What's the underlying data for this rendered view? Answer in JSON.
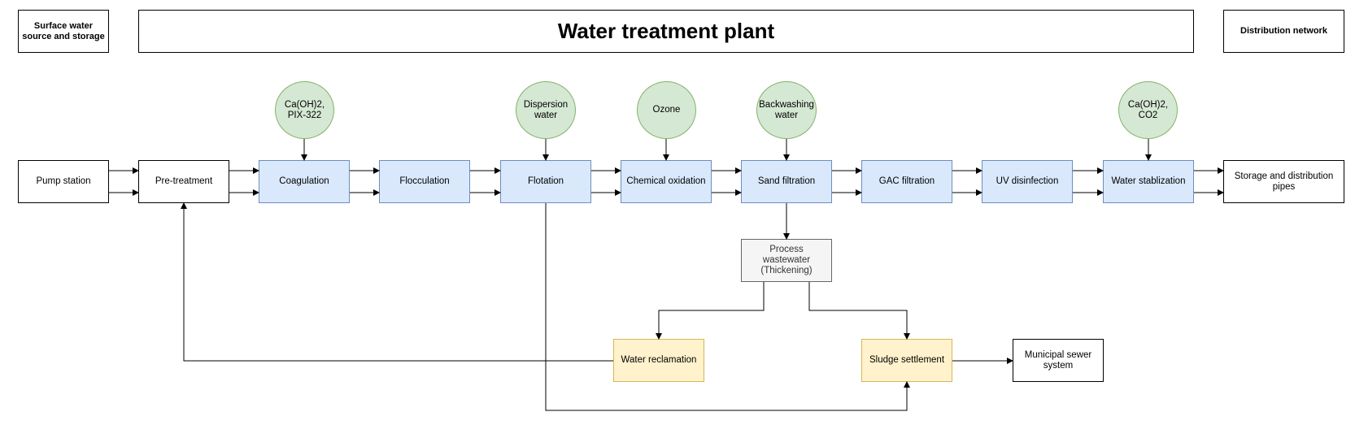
{
  "header": {
    "source_label": "Surface water source and storage",
    "plant_title": "Water treatment plant",
    "distribution_label": "Distribution network"
  },
  "main_line": {
    "pump_station": "Pump station",
    "pre_treatment": "Pre-treatment",
    "coagulation": "Coagulation",
    "flocculation": "Flocculation",
    "flotation": "Flotation",
    "chemical_oxidation": "Chemical oxidation",
    "sand_filtration": "Sand filtration",
    "gac_filtration": "GAC filtration",
    "uv_disinfection": "UV disinfection",
    "water_stabilization": "Water stablization",
    "storage_pipes": "Storage and distribution pipes"
  },
  "inputs": {
    "coagulant": "Ca(OH)2, PIX-322",
    "dispersion_water": "Dispersion water",
    "ozone": "Ozone",
    "backwashing_water": "Backwashing water",
    "stabilizer": "Ca(OH)2, CO2"
  },
  "waste_stream": {
    "process_wastewater": "Process wastewater (Thickening)",
    "water_reclamation": "Water reclamation",
    "sludge_settlement": "Sludge settlement",
    "municipal_sewer": "Municipal sewer system"
  },
  "colors": {
    "process_fill": "#dae8fc",
    "process_stroke": "#6c8ebf",
    "chemical_fill": "#d5e8d4",
    "chemical_stroke": "#82b366",
    "waste_fill": "#fff2cc",
    "waste_stroke": "#d6b656",
    "thickening_fill": "#f5f5f5"
  }
}
